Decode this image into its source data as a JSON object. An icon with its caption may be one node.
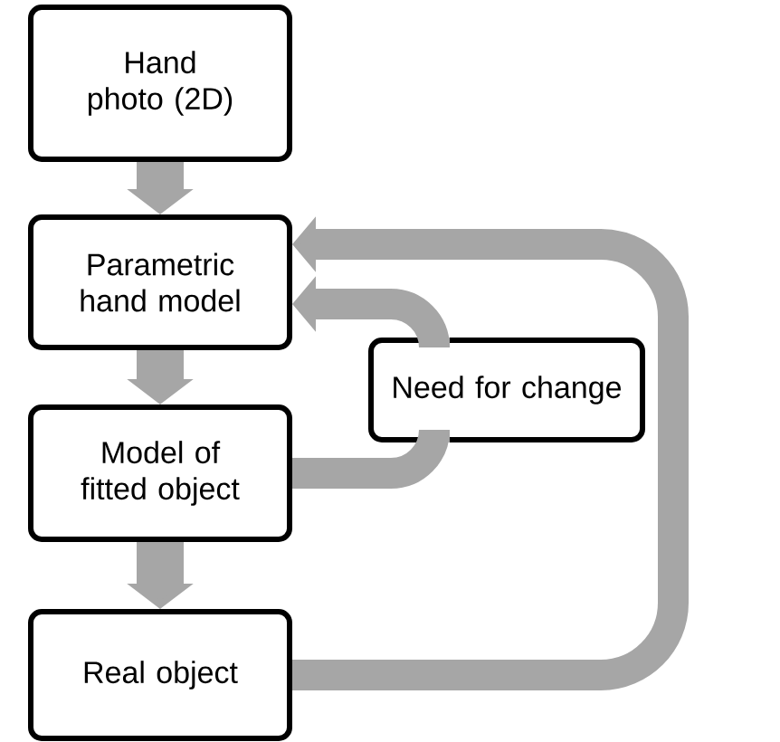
{
  "diagram": {
    "nodes": [
      {
        "text": [
          "Hand photo (2D)"
        ]
      },
      {
        "text": [
          "Parametric hand model"
        ]
      },
      {
        "text": [
          "Model of fitted object"
        ]
      },
      {
        "text": [
          "Real object"
        ]
      },
      {
        "text": [
          "Need for change"
        ]
      }
    ],
    "edges": [
      {
        "from": 0,
        "to": 1,
        "arrow": "to"
      },
      {
        "from": 1,
        "to": 2,
        "arrow": "to"
      },
      {
        "from": 2,
        "to": 3,
        "arrow": "to"
      },
      {
        "from": 2,
        "to": 4,
        "arrow": "none"
      },
      {
        "from": 4,
        "to": 1,
        "arrow": "to"
      },
      {
        "from": 3,
        "to": 1,
        "arrow": "to"
      }
    ]
  }
}
